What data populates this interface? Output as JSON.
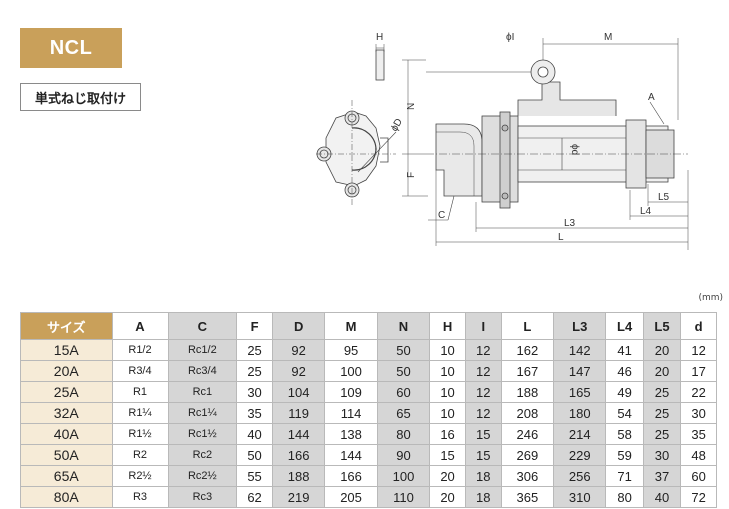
{
  "badge": "NCL",
  "subtitle": "単式ねじ取付け",
  "unit_note": "(mm)",
  "drawing_labels": {
    "H": "H",
    "phiI": "ϕI",
    "M": "M",
    "A": "A",
    "N": "N",
    "phiD": "ϕD",
    "phid": "ϕd",
    "F": "F",
    "L5": "L5",
    "L4": "L4",
    "C": "C",
    "L3": "L3",
    "L": "L"
  },
  "table": {
    "headers": [
      "サイズ",
      "A",
      "C",
      "F",
      "D",
      "M",
      "N",
      "H",
      "I",
      "L",
      "L3",
      "L4",
      "L5",
      "d"
    ],
    "rows": [
      [
        "15A",
        "R1/2",
        "Rc1/2",
        "25",
        "92",
        "95",
        "50",
        "10",
        "12",
        "162",
        "142",
        "41",
        "20",
        "12"
      ],
      [
        "20A",
        "R3/4",
        "Rc3/4",
        "25",
        "92",
        "100",
        "50",
        "10",
        "12",
        "167",
        "147",
        "46",
        "20",
        "17"
      ],
      [
        "25A",
        "R1",
        "Rc1",
        "30",
        "104",
        "109",
        "60",
        "10",
        "12",
        "188",
        "165",
        "49",
        "25",
        "22"
      ],
      [
        "32A",
        "R1¼",
        "Rc1¼",
        "35",
        "119",
        "114",
        "65",
        "10",
        "12",
        "208",
        "180",
        "54",
        "25",
        "30"
      ],
      [
        "40A",
        "R1½",
        "Rc1½",
        "40",
        "144",
        "138",
        "80",
        "16",
        "15",
        "246",
        "214",
        "58",
        "25",
        "35"
      ],
      [
        "50A",
        "R2",
        "Rc2",
        "50",
        "166",
        "144",
        "90",
        "15",
        "15",
        "269",
        "229",
        "59",
        "30",
        "48"
      ],
      [
        "65A",
        "R2½",
        "Rc2½",
        "55",
        "188",
        "166",
        "100",
        "20",
        "18",
        "306",
        "256",
        "71",
        "37",
        "60"
      ],
      [
        "80A",
        "R3",
        "Rc3",
        "62",
        "219",
        "205",
        "110",
        "20",
        "18",
        "365",
        "310",
        "80",
        "40",
        "72"
      ]
    ]
  }
}
